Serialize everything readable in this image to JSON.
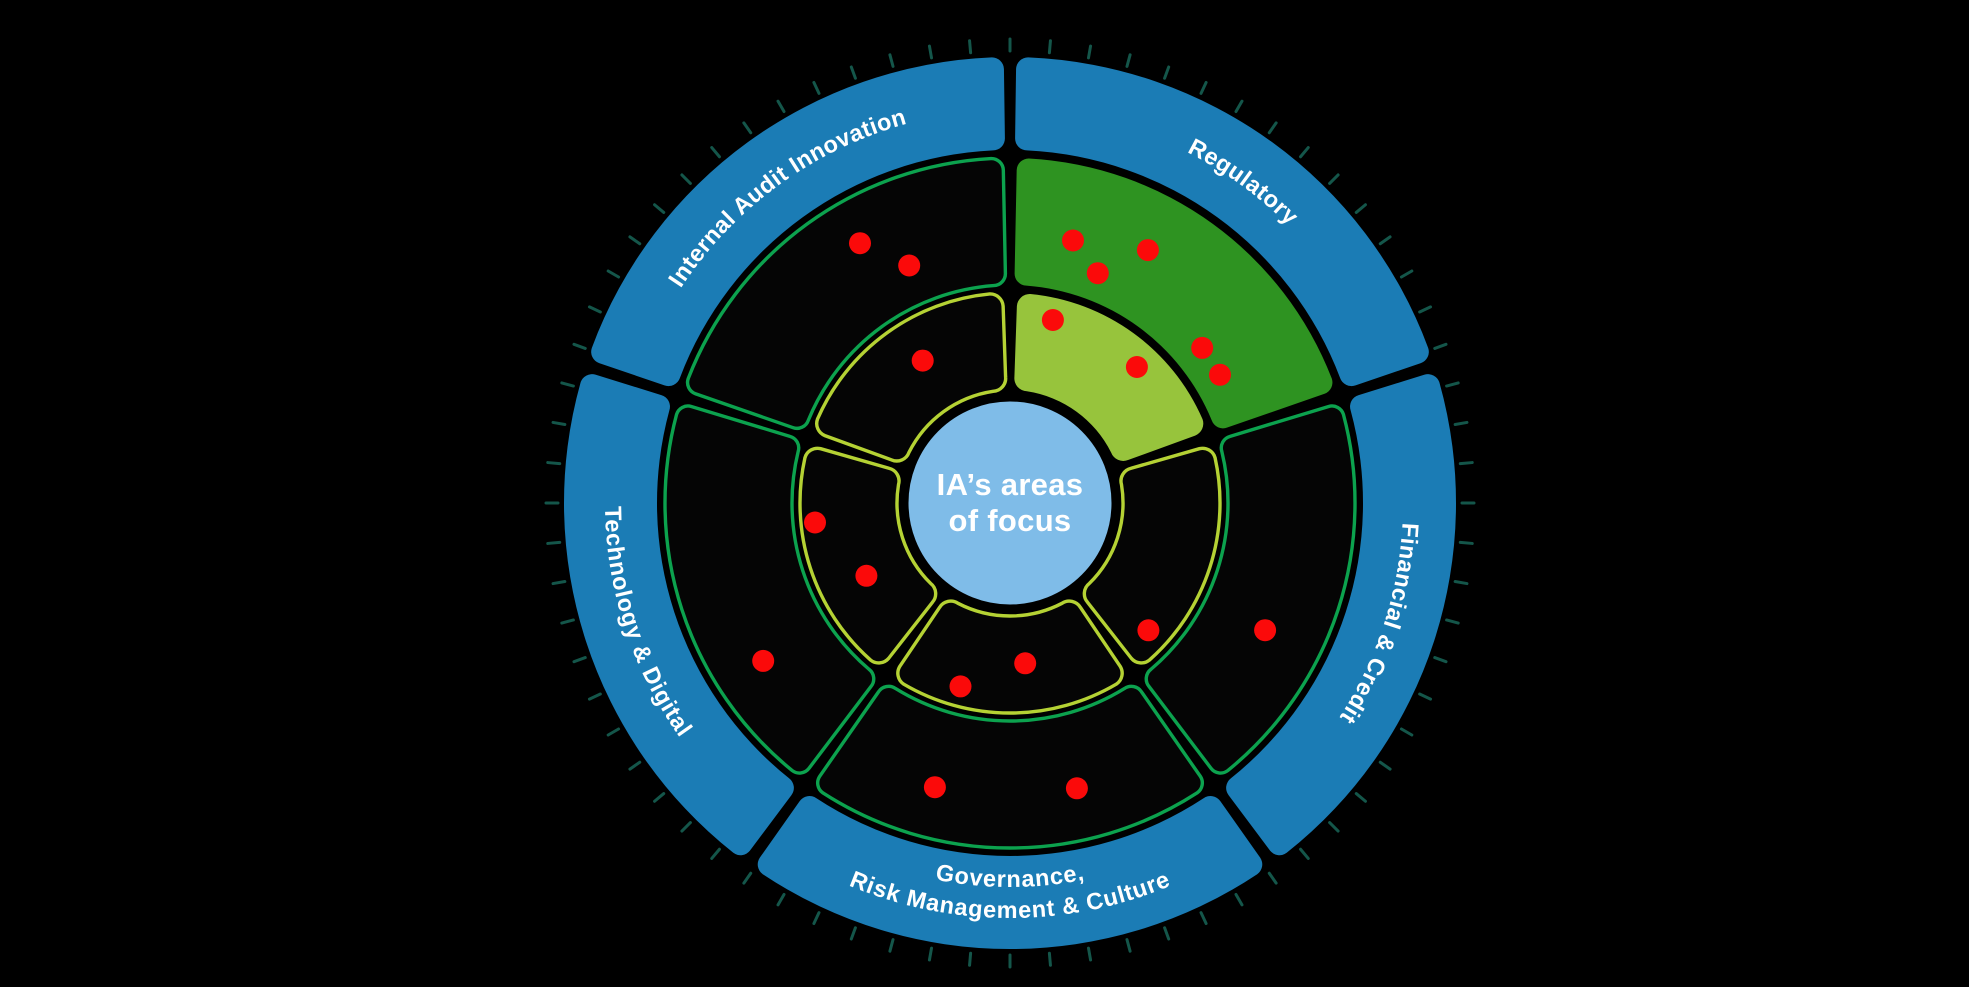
{
  "diagram": {
    "title": "IA's areas of focus wheel",
    "center": {
      "line1": "IA’s areas",
      "line2": "of focus"
    },
    "highlighted_sector": "Regulatory",
    "sectors": [
      {
        "id": "regulatory",
        "label": "Regulatory",
        "start": 0,
        "end": 72,
        "highlighted": true
      },
      {
        "id": "financial-credit",
        "label": "Financial & Credit",
        "start": 72,
        "end": 144,
        "highlighted": false
      },
      {
        "id": "governance-risk-culture",
        "label": "Governance,",
        "label2": "Risk Management & Culture",
        "start": 144,
        "end": 216,
        "highlighted": false
      },
      {
        "id": "technology-digital",
        "label": "Technology & Digital",
        "start": 216,
        "end": 288,
        "highlighted": false
      },
      {
        "id": "internal-audit-innovation",
        "label": "Internal Audit Innovation",
        "start": 288,
        "end": 360,
        "highlighted": false
      }
    ],
    "rings": [
      "inner",
      "middle",
      "outer-label-ring"
    ],
    "dots": [
      {
        "sector": "regulatory",
        "ring": "middle",
        "angle": 13.5,
        "radius": 270
      },
      {
        "sector": "regulatory",
        "ring": "middle",
        "angle": 28.6,
        "radius": 288
      },
      {
        "sector": "regulatory",
        "ring": "middle",
        "angle": 20.9,
        "radius": 246
      },
      {
        "sector": "regulatory",
        "ring": "middle",
        "angle": 51.1,
        "radius": 247
      },
      {
        "sector": "regulatory",
        "ring": "middle",
        "angle": 58.6,
        "radius": 246
      },
      {
        "sector": "regulatory",
        "ring": "inner",
        "angle": 13.2,
        "radius": 188
      },
      {
        "sector": "regulatory",
        "ring": "inner",
        "angle": 43.0,
        "radius": 186
      },
      {
        "sector": "financial-credit",
        "ring": "middle",
        "angle": 116.5,
        "radius": 285
      },
      {
        "sector": "financial-credit",
        "ring": "inner",
        "angle": 132.6,
        "radius": 188
      },
      {
        "sector": "governance-risk-culture",
        "ring": "inner",
        "angle": 174.6,
        "radius": 161
      },
      {
        "sector": "governance-risk-culture",
        "ring": "inner",
        "angle": 195.1,
        "radius": 190
      },
      {
        "sector": "governance-risk-culture",
        "ring": "middle",
        "angle": 166.8,
        "radius": 293
      },
      {
        "sector": "governance-risk-culture",
        "ring": "middle",
        "angle": 194.8,
        "radius": 294
      },
      {
        "sector": "technology-digital",
        "ring": "inner",
        "angle": 264.3,
        "radius": 196
      },
      {
        "sector": "technology-digital",
        "ring": "inner",
        "angle": 243.1,
        "radius": 161
      },
      {
        "sector": "technology-digital",
        "ring": "middle",
        "angle": 237.4,
        "radius": 293
      },
      {
        "sector": "internal-audit-innovation",
        "ring": "middle",
        "angle": 330.0,
        "radius": 300
      },
      {
        "sector": "internal-audit-innovation",
        "ring": "middle",
        "angle": 337.0,
        "radius": 258
      },
      {
        "sector": "internal-audit-innovation",
        "ring": "inner",
        "angle": 328.5,
        "radius": 167
      }
    ],
    "dot_count": 19,
    "colors": {
      "background": "#000000",
      "ring_blue": "#1b7cb5",
      "highlight_dark_green": "#2e9321",
      "highlight_light_green": "#97c43c",
      "middle_ring_border": "#0ca24e",
      "inner_ring_border": "#b5d234",
      "segment_black": "#050505",
      "center_circle_blue": "#7fbce8",
      "risk_dot_red": "#fb0a0a",
      "tick_teal": "#14564a",
      "label_text": "#ffffff"
    }
  }
}
